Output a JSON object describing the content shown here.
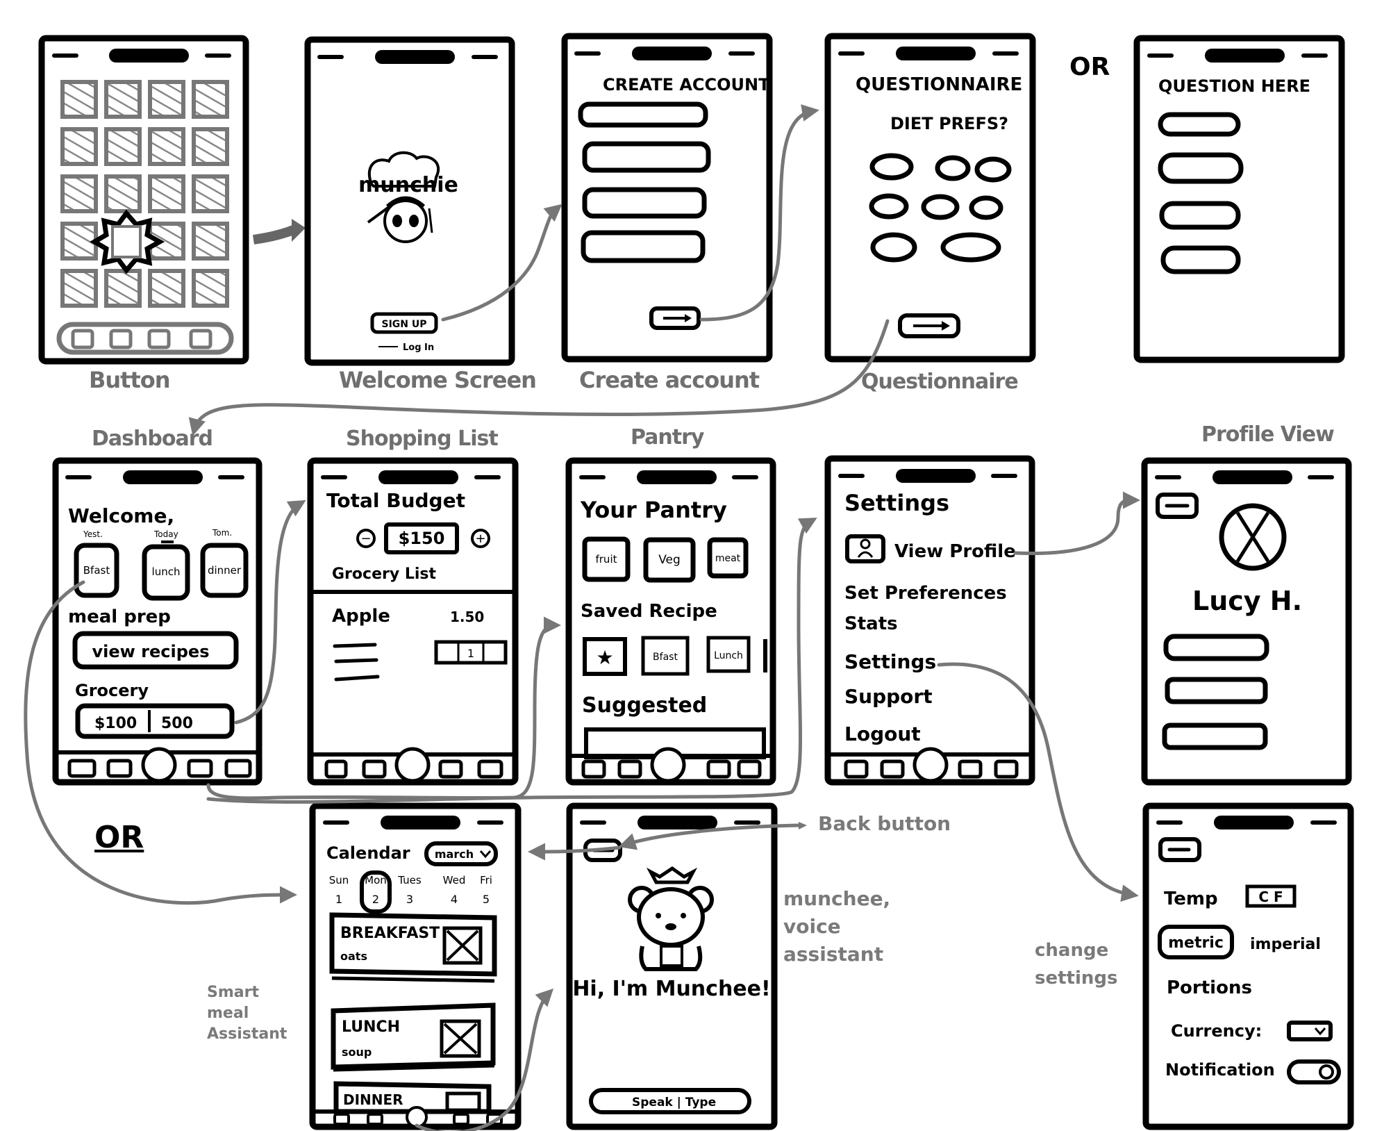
{
  "captions": {
    "button": "Button",
    "welcome": "Welcome Screen",
    "create": "Create account",
    "questionnaire": "Questionnaire",
    "dashboard": "Dashboard",
    "shopping": "Shopping List",
    "pantry": "Pantry",
    "profile": "Profile View"
  },
  "or_top": "OR",
  "or_bottom": "OR",
  "welcome": {
    "logo": "munchie",
    "signup": "SIGN UP",
    "login": "Log In"
  },
  "create": {
    "title": "CREATE ACCOUNT"
  },
  "questionnaire": {
    "title": "QUESTIONNAIRE",
    "subtitle": "DIET PREFS?"
  },
  "alt_question": {
    "title": "QUESTION HERE"
  },
  "dashboard": {
    "welcome": "Welcome,",
    "days": [
      "Yest.",
      "Today",
      "Tom."
    ],
    "meals": [
      "Bfast",
      "lunch",
      "dinner"
    ],
    "meal_prep": "meal prep",
    "view_recipes": "view recipes",
    "grocery": "Grocery",
    "grocery_amount": "$100",
    "grocery_total": "500"
  },
  "shopping": {
    "total_budget": "Total Budget",
    "budget": "$150",
    "grocery_list": "Grocery List",
    "item": "Apple",
    "price": "1.50",
    "minus": "−",
    "plus": "+",
    "qty": "1"
  },
  "pantry": {
    "title": "Your Pantry",
    "categories": [
      "fruit",
      "Veg",
      "meat"
    ],
    "saved": "Saved Recipe",
    "recipes": [
      "★",
      "Bfast",
      "Lunch"
    ],
    "suggested": "Suggested"
  },
  "settings": {
    "title": "Settings",
    "items": [
      "View Profile",
      "Set Preferences",
      "Stats",
      "Settings",
      "Support",
      "Logout"
    ]
  },
  "profile": {
    "name": "Lucy H."
  },
  "calendar": {
    "title": "Calendar",
    "month": "march",
    "days": [
      "Sun",
      "Mon",
      "Tues",
      "Wed",
      "Fri"
    ],
    "dates": [
      "1",
      "2",
      "3",
      "4",
      "5"
    ],
    "meals": [
      {
        "label": "BREAKFAST",
        "item": "oats"
      },
      {
        "label": "LUNCH",
        "item": "soup"
      },
      {
        "label": "DINNER",
        "item": ""
      }
    ]
  },
  "assistant": {
    "greeting": "Hi, I'm Munchee!",
    "input": "Speak | Type"
  },
  "change_settings": {
    "temp": "Temp",
    "temp_units": "C F",
    "metric": "metric",
    "imperial": "imperial",
    "portions": "Portions",
    "currency": "Currency:",
    "notification": "Notification"
  },
  "annotations": {
    "back_button": "Back button",
    "munchee": "munchee,\nvoice\nassistant",
    "change": "change\nsettings",
    "smart": "Smart\nmeal\nAssistant"
  }
}
